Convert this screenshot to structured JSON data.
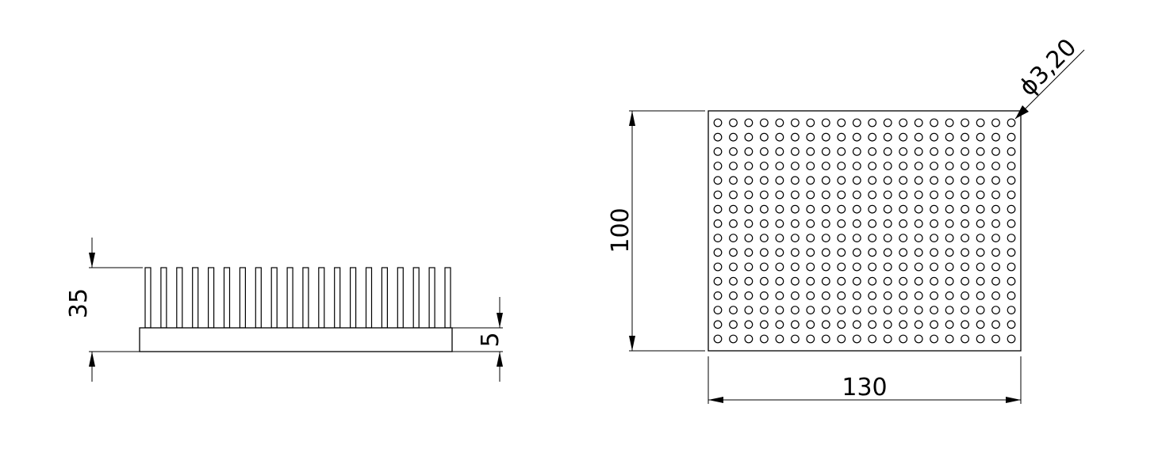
{
  "side_view": {
    "dimensions": {
      "height_total": "35",
      "base_thickness": "5"
    },
    "fin_count": 20
  },
  "top_view": {
    "dimensions": {
      "width": "130",
      "depth": "100",
      "hole_diameter": "ϕ3,20"
    },
    "hole_grid": {
      "columns": 20,
      "rows": 16
    }
  }
}
